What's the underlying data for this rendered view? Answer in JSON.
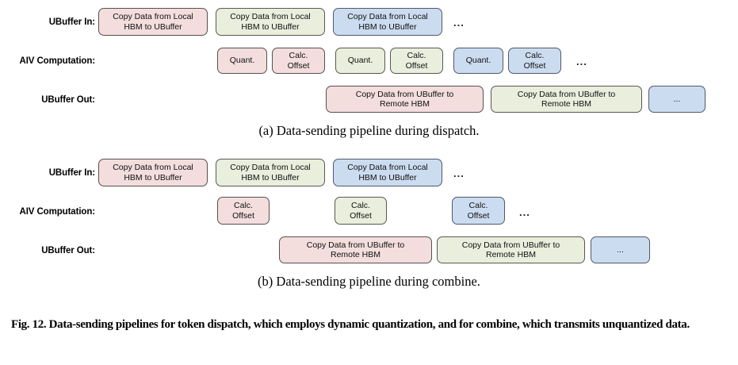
{
  "figure": {
    "number": "Fig. 12.",
    "caption": "Data-sending pipelines for token dispatch, which employs dynamic quantization, and for combine, which transmits unquantized data.",
    "caption_full": "Fig. 12.  Data-sending pipelines for token dispatch, which employs dynamic quantization, and for combine, which transmits unquantized data.",
    "colors": {
      "pink": "#f3dddd",
      "green": "#e9eedd",
      "blue": "#ccdcf0",
      "border": "#4d4d4d",
      "text": "#111111"
    }
  },
  "panel_a": {
    "subcaption": "(a) Data-sending pipeline during dispatch.",
    "rows": [
      {
        "label": "UBuffer In:",
        "boxes": [
          {
            "text": "Copy Data from Local\nHBM to UBuffer",
            "color": "pink"
          },
          {
            "text": "Copy Data from Local\nHBM to UBuffer",
            "color": "green"
          },
          {
            "text": "Copy Data from Local\nHBM to UBuffer",
            "color": "blue"
          }
        ],
        "ellipsis": "..."
      },
      {
        "label": "AIV Computation:",
        "boxes": [
          {
            "text": "Quant.",
            "color": "pink"
          },
          {
            "text": "Calc.\nOffset",
            "color": "pink"
          },
          {
            "text": "Quant.",
            "color": "green"
          },
          {
            "text": "Calc.\nOffset",
            "color": "green"
          },
          {
            "text": "Quant.",
            "color": "blue"
          },
          {
            "text": "Calc.\nOffset",
            "color": "blue"
          }
        ],
        "ellipsis": "..."
      },
      {
        "label": "UBuffer Out:",
        "boxes": [
          {
            "text": "Copy Data from UBuffer to\nRemote HBM",
            "color": "pink"
          },
          {
            "text": "Copy Data from UBuffer to\nRemote HBM",
            "color": "green"
          },
          {
            "text": "...",
            "color": "blue"
          }
        ],
        "ellipsis": ""
      }
    ]
  },
  "panel_b": {
    "subcaption": "(b) Data-sending pipeline during combine.",
    "rows": [
      {
        "label": "UBuffer In:",
        "boxes": [
          {
            "text": "Copy Data from Local\nHBM to UBuffer",
            "color": "pink"
          },
          {
            "text": "Copy Data from Local\nHBM to UBuffer",
            "color": "green"
          },
          {
            "text": "Copy Data from Local\nHBM to UBuffer",
            "color": "blue"
          }
        ],
        "ellipsis": "..."
      },
      {
        "label": "AIV Computation:",
        "boxes": [
          {
            "text": "Calc.\nOffset",
            "color": "pink"
          },
          {
            "text": "Calc.\nOffset",
            "color": "green"
          },
          {
            "text": "Calc.\nOffset",
            "color": "blue"
          }
        ],
        "ellipsis": "..."
      },
      {
        "label": "UBuffer Out:",
        "boxes": [
          {
            "text": "Copy Data from UBuffer to\nRemote HBM",
            "color": "pink"
          },
          {
            "text": "Copy Data from UBuffer to\nRemote HBM",
            "color": "green"
          },
          {
            "text": "...",
            "color": "blue"
          }
        ],
        "ellipsis": ""
      }
    ]
  }
}
